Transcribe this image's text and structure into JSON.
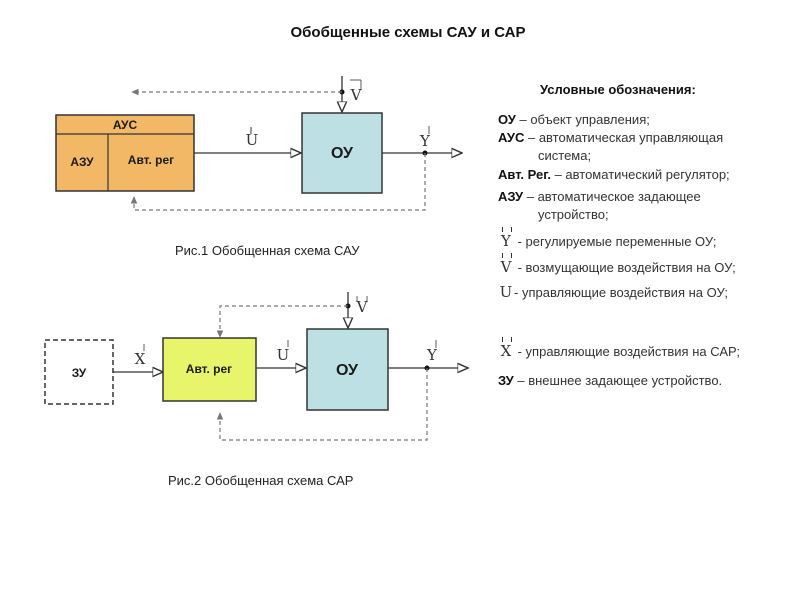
{
  "title": "Обобщенные схемы САУ и САР",
  "figure1": {
    "caption": "Рис.1 Обобщенная схема САУ",
    "aus_label": "АУС",
    "azu_label": "АЗУ",
    "reg_label": "Авт. рег",
    "ou_label": "ОУ",
    "u_symbol": "U",
    "v_symbol": "V",
    "y_symbol": "Y",
    "colors": {
      "aus_fill": "#f2b866",
      "ou_fill": "#bde0e4"
    }
  },
  "figure2": {
    "caption": "Рис.2 Обобщенная схема САР",
    "zu_label": "ЗУ",
    "reg_label": "Авт. рег",
    "ou_label": "ОУ",
    "x_symbol": "X",
    "u_symbol": "U",
    "v_symbol": "V",
    "y_symbol": "Y",
    "colors": {
      "reg_fill": "#e8f56a",
      "ou_fill": "#bde0e4"
    }
  },
  "legend": {
    "heading": "Условные обозначения:",
    "items": [
      {
        "term": "ОУ",
        "text": " – объект управления;"
      },
      {
        "term": "АУС",
        "text": " – автоматическая управляющая",
        "continuation": "система;"
      },
      {
        "term": "Авт. Рег.",
        "text": " – автоматический регулятор;"
      },
      {
        "term": "АЗУ",
        "text": " – автоматическое задающее",
        "continuation": "устройство;"
      }
    ],
    "symbols": [
      {
        "symbol": "Y",
        "text": " - регулируемые переменные ОУ;"
      },
      {
        "symbol": "V",
        "text": " - возмущающие воздействия на ОУ;"
      },
      {
        "symbol": "U",
        "text": "- управляющие воздействия на ОУ;"
      },
      {
        "symbol": "X",
        "text": " - управляющие воздействия на САР;"
      }
    ],
    "zu": {
      "term": "ЗУ",
      "text": " –  внешнее задающее устройство."
    }
  }
}
